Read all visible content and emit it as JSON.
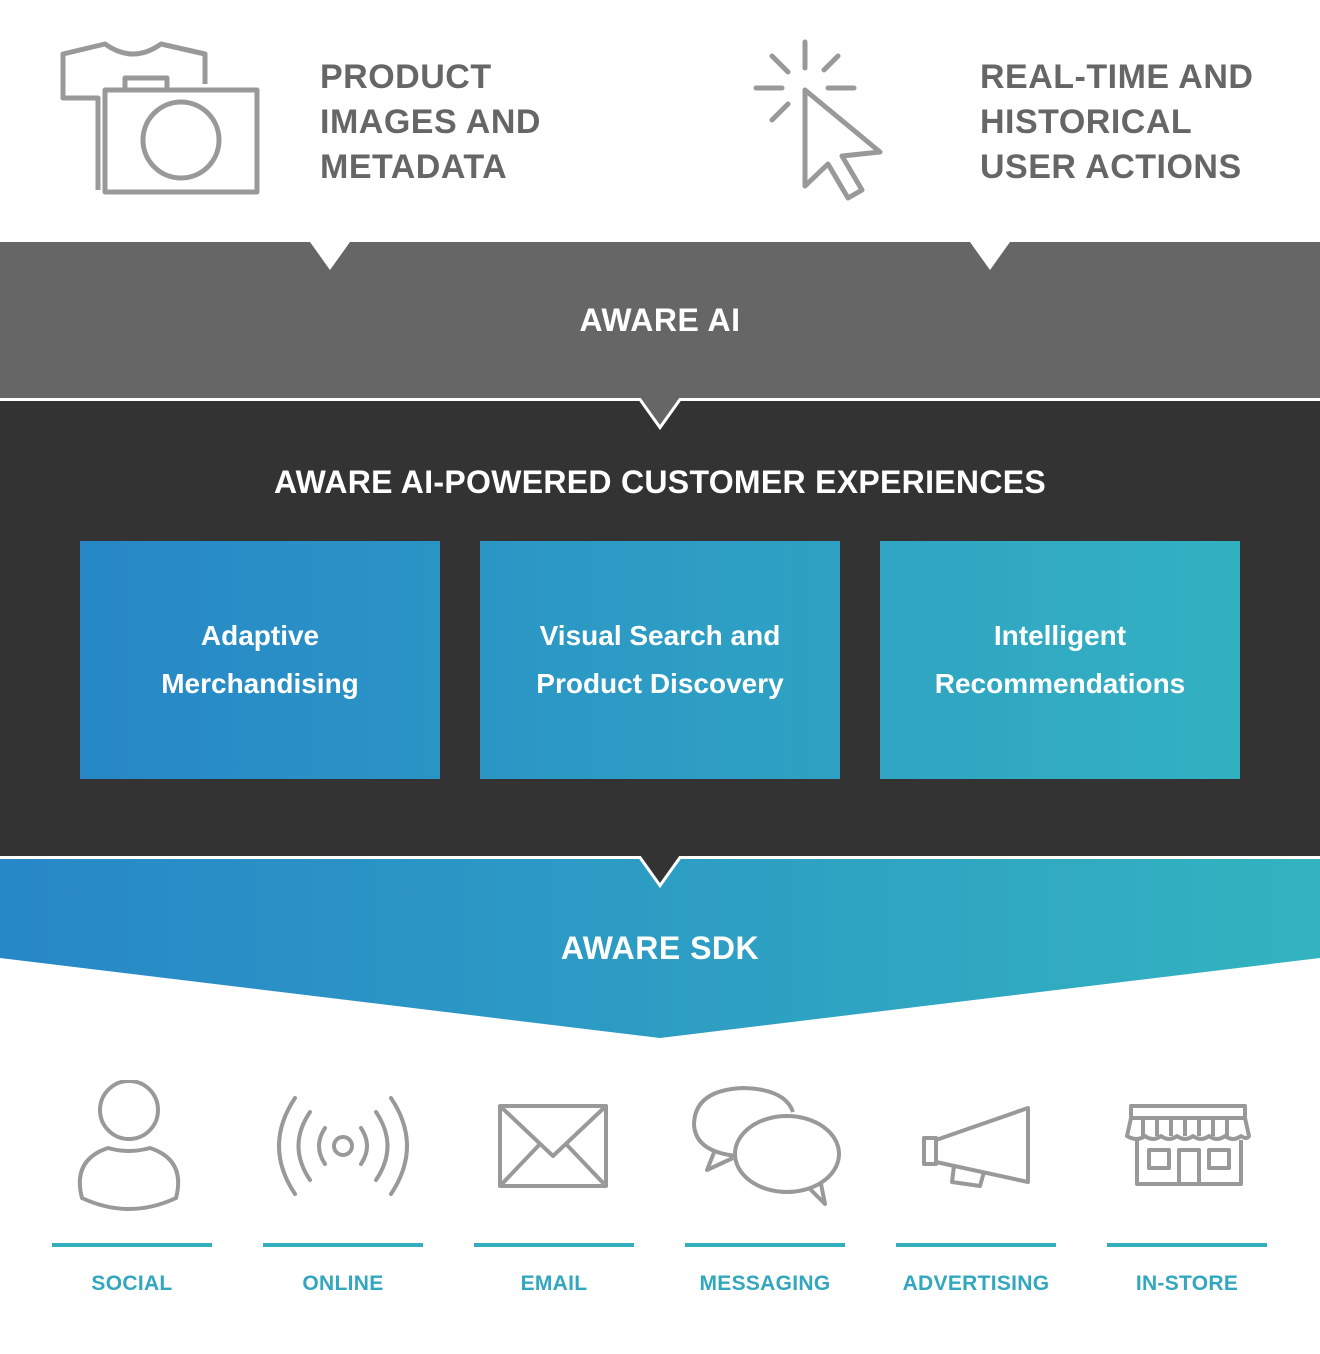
{
  "inputs": [
    {
      "id": "product",
      "icon": "shirt-camera-icon",
      "title": "PRODUCT IMAGES AND METADATA",
      "lines": [
        "PRODUCT",
        "IMAGES AND",
        "METADATA"
      ]
    },
    {
      "id": "actions",
      "icon": "cursor-click-icon",
      "title": "REAL-TIME AND HISTORICAL USER ACTIONS",
      "lines": [
        "REAL-TIME AND",
        "HISTORICAL",
        "USER ACTIONS"
      ]
    }
  ],
  "layers": {
    "ai": {
      "label": "AWARE AI",
      "color": "#666666"
    },
    "experiences": {
      "label": "AWARE AI-POWERED CUSTOMER EXPERIENCES",
      "color": "#333333",
      "cards": [
        {
          "lines": [
            "Adaptive",
            "Merchandising"
          ]
        },
        {
          "lines": [
            "Visual Search and",
            "Product Discovery"
          ]
        },
        {
          "lines": [
            "Intelligent",
            "Recommendations"
          ]
        }
      ]
    },
    "sdk": {
      "label": "AWARE SDK",
      "gradient": [
        "#2787c7",
        "#33b3c0"
      ]
    }
  },
  "channels": [
    {
      "label": "SOCIAL",
      "icon": "person-icon"
    },
    {
      "label": "ONLINE",
      "icon": "broadcast-icon"
    },
    {
      "label": "EMAIL",
      "icon": "envelope-icon"
    },
    {
      "label": "MESSAGING",
      "icon": "chat-bubbles-icon"
    },
    {
      "label": "ADVERTISING",
      "icon": "megaphone-icon"
    },
    {
      "label": "IN-STORE",
      "icon": "storefront-icon"
    }
  ],
  "colors": {
    "icon_gray": "#999999",
    "text_gray": "#666666",
    "accent_teal": "#33aebf"
  }
}
